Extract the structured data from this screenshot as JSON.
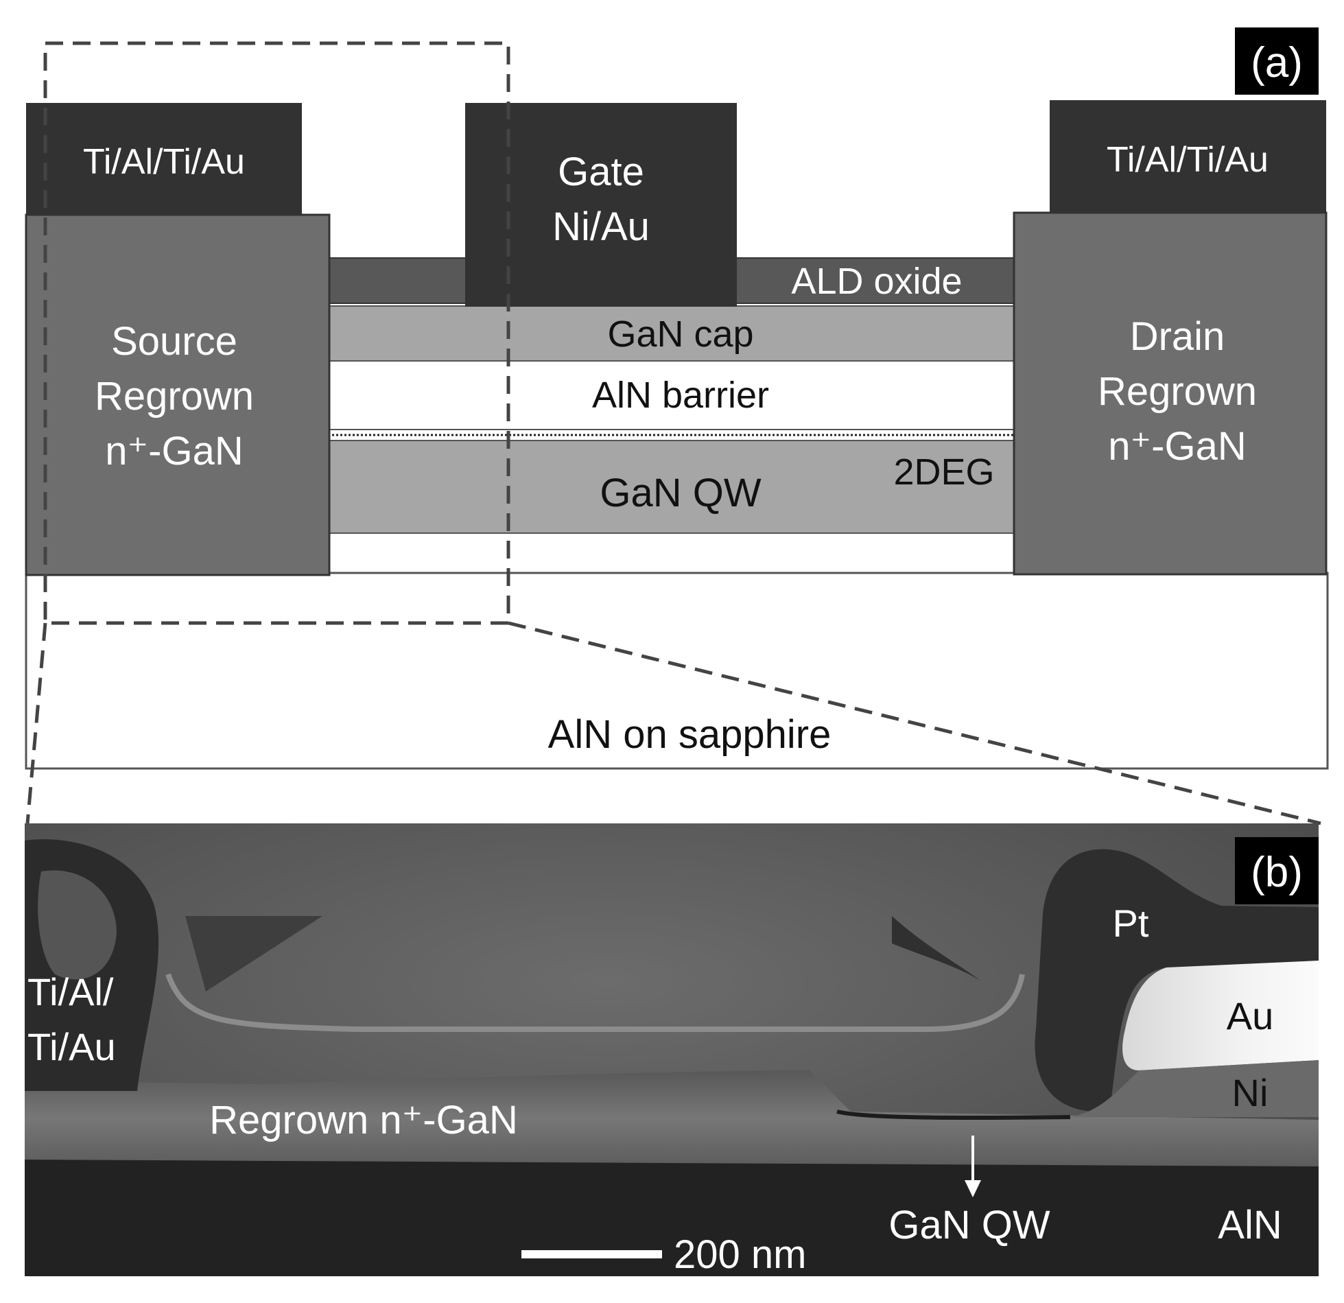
{
  "panel_a": {
    "tag": "(a)",
    "source_contact": "Ti/Al/Ti/Au",
    "drain_contact": "Ti/Al/Ti/Au",
    "gate_line1": "Gate",
    "gate_line2": "Ni/Au",
    "ald_oxide": "ALD oxide",
    "gan_cap": "GaN cap",
    "aln_barrier": "AlN barrier",
    "twodeg": "2DEG",
    "gan_qw": "GaN QW",
    "source_line1": "Source",
    "source_line2": "Regrown",
    "source_line3": "n⁺-GaN",
    "drain_line1": "Drain",
    "drain_line2": "Regrown",
    "drain_line3": "n⁺-GaN",
    "substrate": "AlN on sapphire"
  },
  "panel_b": {
    "tag": "(b)",
    "contact_line1": "Ti/Al/",
    "contact_line2": "Ti/Au",
    "pt": "Pt",
    "au": "Au",
    "ni": "Ni",
    "regrown": "Regrown n⁺-GaN",
    "gan_qw": "GaN QW",
    "aln": "AlN",
    "scale_bar": "200 nm"
  },
  "colors": {
    "metal": "#323232",
    "regrown_gan": "#6e6e6e",
    "ald_oxide": "#585858",
    "gan_layer": "#a6a6a6",
    "tem_background": "#5f5f5f",
    "tem_aln": "#222222"
  }
}
